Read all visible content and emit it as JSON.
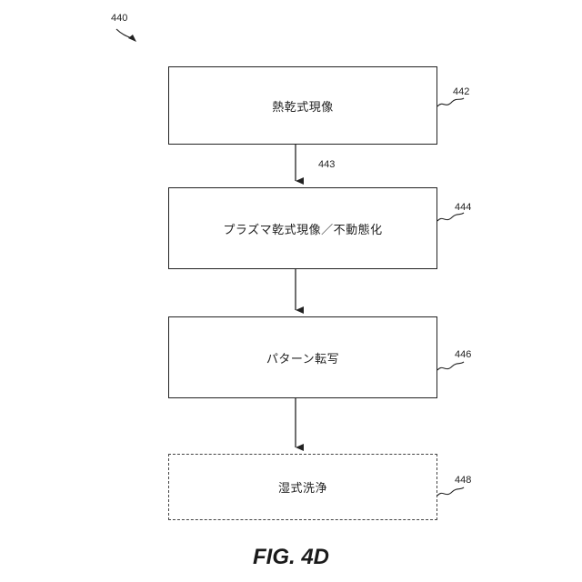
{
  "figure": {
    "ref": "440",
    "caption": "FIG. 4D"
  },
  "steps": [
    {
      "ref": "442",
      "text": "熱乾式現像",
      "style": "solid"
    },
    {
      "ref": "444",
      "text": "プラズマ乾式現像／不動態化",
      "style": "solid"
    },
    {
      "ref": "446",
      "text": "パターン転写",
      "style": "solid"
    },
    {
      "ref": "448",
      "text": "湿式洗浄",
      "style": "dashed"
    }
  ],
  "connectors": [
    {
      "ref": "443"
    }
  ]
}
